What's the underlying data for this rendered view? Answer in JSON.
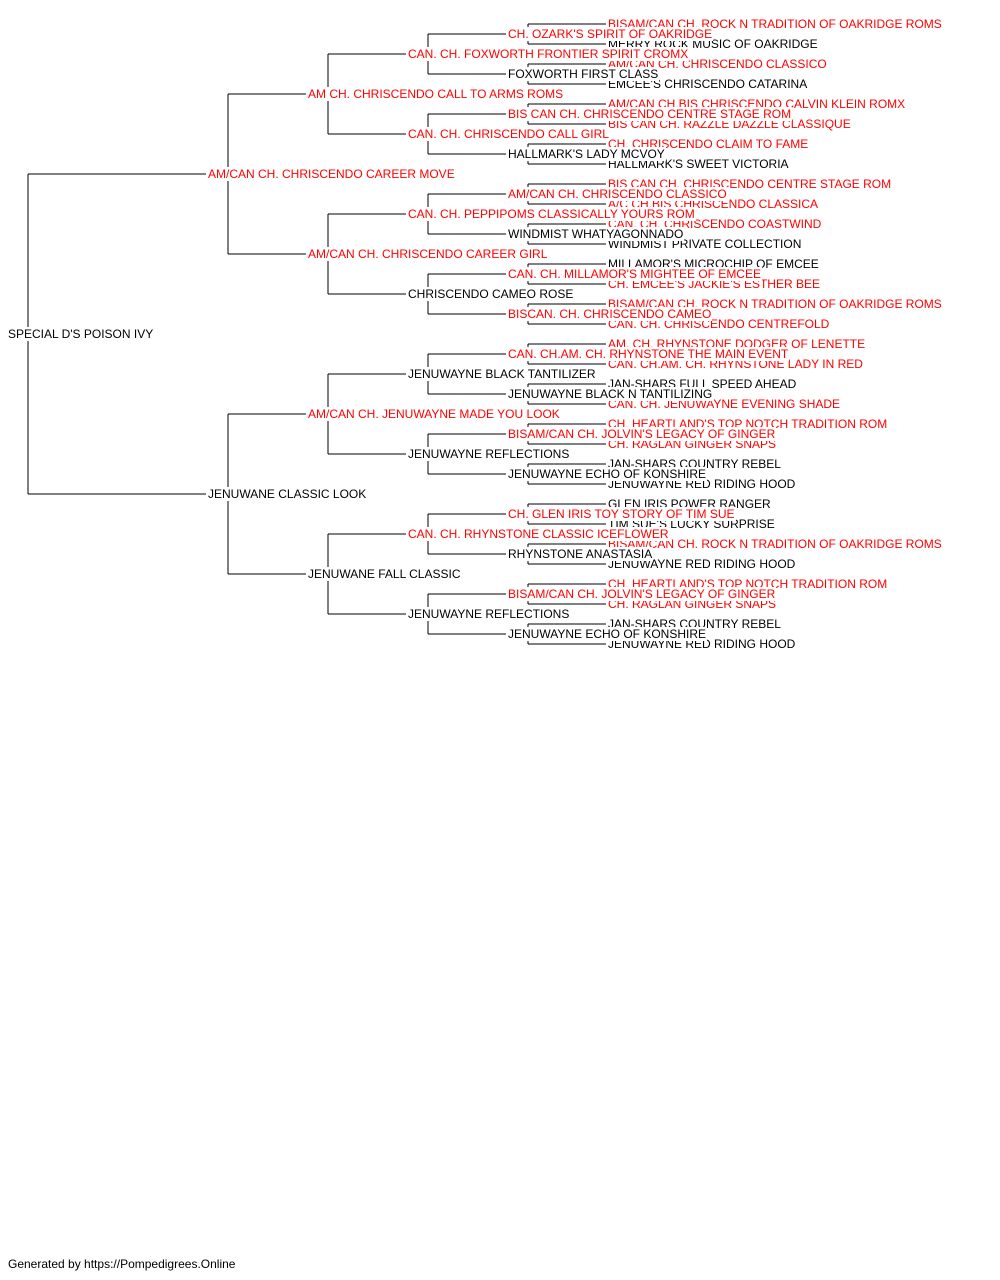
{
  "colors": {
    "champion": "#ff0000",
    "normal": "#000000",
    "line": "#000000"
  },
  "pedigree": {
    "name": "SPECIAL D'S POISON IVY",
    "champion": false,
    "sire": {
      "name": "AM/CAN CH. CHRISCENDO CAREER MOVE",
      "champion": true,
      "sire": {
        "name": "AM CH. CHRISCENDO CALL TO ARMS ROMS",
        "champion": true,
        "sire": {
          "name": "CAN. CH. FOXWORTH FRONTIER SPIRIT CROMX",
          "champion": true,
          "sire": {
            "name": "CH. OZARK'S SPIRIT OF OAKRIDGE",
            "champion": true,
            "sire": {
              "name": "BISAM/CAN CH. ROCK N TRADITION OF OAKRIDGE ROMS",
              "champion": true
            },
            "dam": {
              "name": "MERRY ROCK MUSIC OF OAKRIDGE",
              "champion": false
            }
          },
          "dam": {
            "name": "FOXWORTH FIRST CLASS",
            "champion": false,
            "sire": {
              "name": "AM/CAN CH. CHRISCENDO CLASSICO",
              "champion": true
            },
            "dam": {
              "name": "EMCEE'S CHRISCENDO CATARINA",
              "champion": false
            }
          }
        },
        "dam": {
          "name": "CAN. CH. CHRISCENDO CALL GIRL",
          "champion": true,
          "sire": {
            "name": "BIS CAN CH. CHRISCENDO CENTRE STAGE ROM",
            "champion": true,
            "sire": {
              "name": "AM/CAN CH.BIS CHRISCENDO CALVIN KLEIN ROMX",
              "champion": true
            },
            "dam": {
              "name": "BIS CAN CH. RAZZLE DAZZLE CLASSIQUE",
              "champion": true
            }
          },
          "dam": {
            "name": "HALLMARK'S LADY MCVOY",
            "champion": false,
            "sire": {
              "name": "CH. CHRISCENDO CLAIM TO FAME",
              "champion": true
            },
            "dam": {
              "name": "HALLMARK'S SWEET VICTORIA",
              "champion": false
            }
          }
        }
      },
      "dam": {
        "name": "AM/CAN CH. CHRISCENDO CAREER GIRL",
        "champion": true,
        "sire": {
          "name": "CAN. CH. PEPPIPOMS CLASSICALLY YOURS ROM",
          "champion": true,
          "sire": {
            "name": "AM/CAN CH. CHRISCENDO CLASSICO",
            "champion": true,
            "sire": {
              "name": "BIS CAN CH. CHRISCENDO CENTRE STAGE ROM",
              "champion": true
            },
            "dam": {
              "name": "A/C CH.BIS CHRISCENDO CLASSICA",
              "champion": true
            }
          },
          "dam": {
            "name": "WINDMIST WHATYAGONNADO",
            "champion": false,
            "sire": {
              "name": "CAN. CH. CHRISCENDO COASTWIND",
              "champion": true
            },
            "dam": {
              "name": "WINDMIST PRIVATE COLLECTION",
              "champion": false
            }
          }
        },
        "dam": {
          "name": "CHRISCENDO CAMEO ROSE",
          "champion": false,
          "sire": {
            "name": "CAN. CH. MILLAMOR'S MIGHTEE OF EMCEE",
            "champion": true,
            "sire": {
              "name": "MILLAMOR'S MICROCHIP OF EMCEE",
              "champion": false
            },
            "dam": {
              "name": "CH. EMCEE'S JACKIE'S ESTHER BEE",
              "champion": true
            }
          },
          "dam": {
            "name": "BISCAN. CH. CHRISCENDO CAMEO",
            "champion": true,
            "sire": {
              "name": "BISAM/CAN CH. ROCK N TRADITION OF OAKRIDGE ROMS",
              "champion": true
            },
            "dam": {
              "name": "CAN. CH. CHRISCENDO CENTREFOLD",
              "champion": true
            }
          }
        }
      }
    },
    "dam": {
      "name": "JENUWANE CLASSIC LOOK",
      "champion": false,
      "sire": {
        "name": "AM/CAN CH. JENUWAYNE MADE YOU LOOK",
        "champion": true,
        "sire": {
          "name": "JENUWAYNE BLACK TANTILIZER",
          "champion": false,
          "sire": {
            "name": "CAN. CH.AM. CH. RHYNSTONE THE MAIN EVENT",
            "champion": true,
            "sire": {
              "name": "AM. CH. RHYNSTONE DODGER OF LENETTE",
              "champion": true
            },
            "dam": {
              "name": "CAN. CH.AM. CH. RHYNSTONE LADY IN RED",
              "champion": true
            }
          },
          "dam": {
            "name": "JENUWAYNE BLACK N TANTILIZING",
            "champion": false,
            "sire": {
              "name": "JAN-SHARS FULL SPEED AHEAD",
              "champion": false
            },
            "dam": {
              "name": "CAN. CH. JENUWAYNE EVENING SHADE",
              "champion": true
            }
          }
        },
        "dam": {
          "name": "JENUWAYNE REFLECTIONS",
          "champion": false,
          "sire": {
            "name": "BISAM/CAN CH. JOLVIN'S LEGACY OF GINGER",
            "champion": true,
            "sire": {
              "name": "CH. HEARTLAND'S TOP NOTCH TRADITION ROM",
              "champion": true
            },
            "dam": {
              "name": "CH. RAGLAN GINGER SNAPS",
              "champion": true
            }
          },
          "dam": {
            "name": "JENUWAYNE ECHO OF KONSHIRE",
            "champion": false,
            "sire": {
              "name": "JAN-SHARS COUNTRY REBEL",
              "champion": false
            },
            "dam": {
              "name": "JENUWAYNE RED RIDING HOOD",
              "champion": false
            }
          }
        }
      },
      "dam": {
        "name": "JENUWANE FALL CLASSIC",
        "champion": false,
        "sire": {
          "name": "CAN. CH. RHYNSTONE CLASSIC ICEFLOWER",
          "champion": true,
          "sire": {
            "name": "CH. GLEN IRIS TOY STORY OF TIM SUE",
            "champion": true,
            "sire": {
              "name": "GLEN IRIS POWER RANGER",
              "champion": false
            },
            "dam": {
              "name": "TIM SUE'S LUCKY SURPRISE",
              "champion": false
            }
          },
          "dam": {
            "name": "RHYNSTONE ANASTASIA",
            "champion": false,
            "sire": {
              "name": "BISAM/CAN CH. ROCK N TRADITION OF OAKRIDGE ROMS",
              "champion": true
            },
            "dam": {
              "name": "JENUWAYNE RED RIDING HOOD",
              "champion": false
            }
          }
        },
        "dam": {
          "name": "JENUWAYNE REFLECTIONS",
          "champion": false,
          "sire": {
            "name": "BISAM/CAN CH. JOLVIN'S LEGACY OF GINGER",
            "champion": true,
            "sire": {
              "name": "CH. HEARTLAND'S TOP NOTCH TRADITION ROM",
              "champion": true
            },
            "dam": {
              "name": "CH. RAGLAN GINGER SNAPS",
              "champion": true
            }
          },
          "dam": {
            "name": "JENUWAYNE ECHO OF KONSHIRE",
            "champion": false,
            "sire": {
              "name": "JAN-SHARS COUNTRY REBEL",
              "champion": false
            },
            "dam": {
              "name": "JENUWAYNE RED RIDING HOOD",
              "champion": false
            }
          }
        }
      }
    }
  },
  "footer": "Generated by https://Pompedigrees.Online"
}
